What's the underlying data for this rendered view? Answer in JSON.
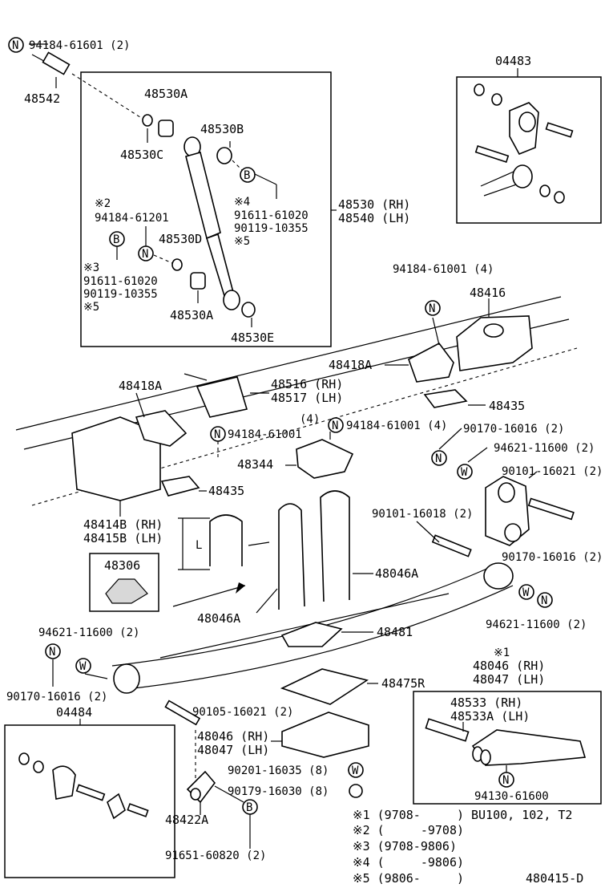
{
  "markers": {
    "n": "N",
    "w": "W",
    "b": "B"
  },
  "labels": {
    "p94184_61601": "94184-61601 (2)",
    "p48542": "48542",
    "p48530A_top": "48530A",
    "p48530B": "48530B",
    "p48530C": "48530C",
    "note2": "※2",
    "p94184_61201": "94184-61201",
    "p48530D": "48530D",
    "note4a": "※4",
    "p91611_61020_a": "91611-61020",
    "p90119_10355_a": "90119-10355",
    "note5a": "※5",
    "p48530_rh": "48530 (RH)",
    "p48540_lh": "48540 (LH)",
    "note3": "※3",
    "p91611_61020_b": "91611-61020",
    "p90119_10355_b": "90119-10355",
    "note5b": "※5",
    "p48530A_bot": "48530A",
    "p48530E": "48530E",
    "p04483": "04483",
    "p94184_61001_4a": "94184-61001 (4)",
    "p48416": "48416",
    "p48418A_r": "48418A",
    "p48418A_l": "48418A",
    "p48516_rh": "48516 (RH)",
    "p48517_lh": "48517 (LH)",
    "p48435_r": "48435",
    "p4": "(4)",
    "p94184_61001_4b": "94184-61001 (4)",
    "p90170_16016_2a": "90170-16016 (2)",
    "p94184_61001": "94184-61001",
    "p94621_11600_2a": "94621-11600 (2)",
    "p48344": "48344",
    "p90101_16021_2": "90101-16021 (2)",
    "p48435_l": "48435",
    "p48414B_rh": "48414B (RH)",
    "p48415B_lh": "48415B (LH)",
    "p90101_16018_2": "90101-16018 (2)",
    "p48306": "48306",
    "p48046A_r": "48046A",
    "p90170_16016_2b": "90170-16016 (2)",
    "p48046A_l": "48046A",
    "p94621_11600_2b": "94621-11600 (2)",
    "p48481": "48481",
    "p94621_11600_2c": "94621-11600 (2)",
    "note1": "※1",
    "p48046_rh_r": "48046 (RH)",
    "p48047_lh_r": "48047 (LH)",
    "p48475R": "48475R",
    "p90170_16016_2c": "90170-16016 (2)",
    "p04484": "04484",
    "p90105_16021_2": "90105-16021 (2)",
    "p48533_rh": "48533 (RH)",
    "p48533A_lh": "48533A (LH)",
    "p48046_rh_l": "48046 (RH)",
    "p48047_lh_l": "48047 (LH)",
    "p90201_16035_8": "90201-16035 (8)",
    "p90179_16030_8": "90179-16030 (8)",
    "p94130_61600": "94130-61600",
    "p48422A": "48422A",
    "p91651_60820_2": "91651-60820 (2)",
    "dim_L": "L"
  },
  "footnotes": [
    "※1 (9708-     ) BU100, 102, T2",
    "※2 (     -9708)",
    "※3 (9708-9806)",
    "※4 (     -9806)",
    "※5 (9806-     )"
  ],
  "diagram_code": "480415-D"
}
